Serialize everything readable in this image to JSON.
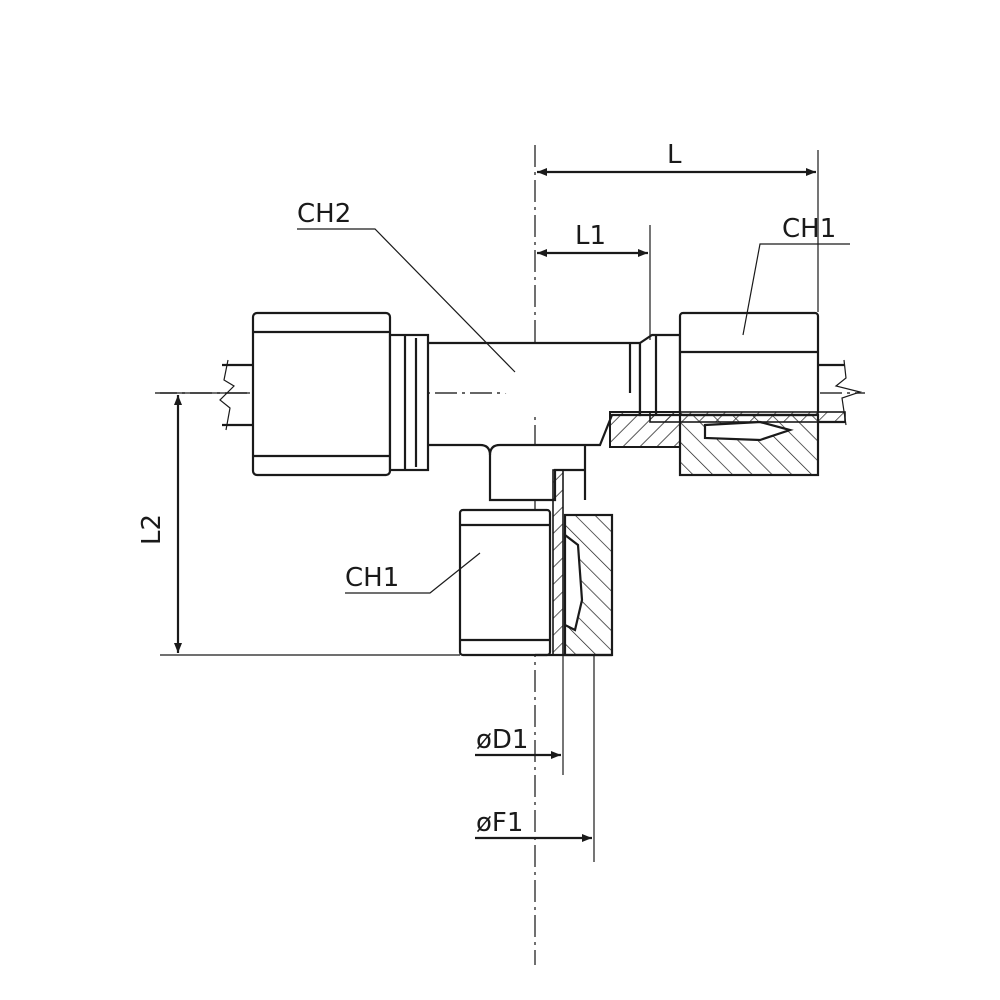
{
  "labels": {
    "L": "L",
    "L1": "L1",
    "L2": "L2",
    "CH2": "CH2",
    "CH1_right": "CH1",
    "CH1_bottom": "CH1",
    "D1": "øD1",
    "F1": "øF1"
  }
}
